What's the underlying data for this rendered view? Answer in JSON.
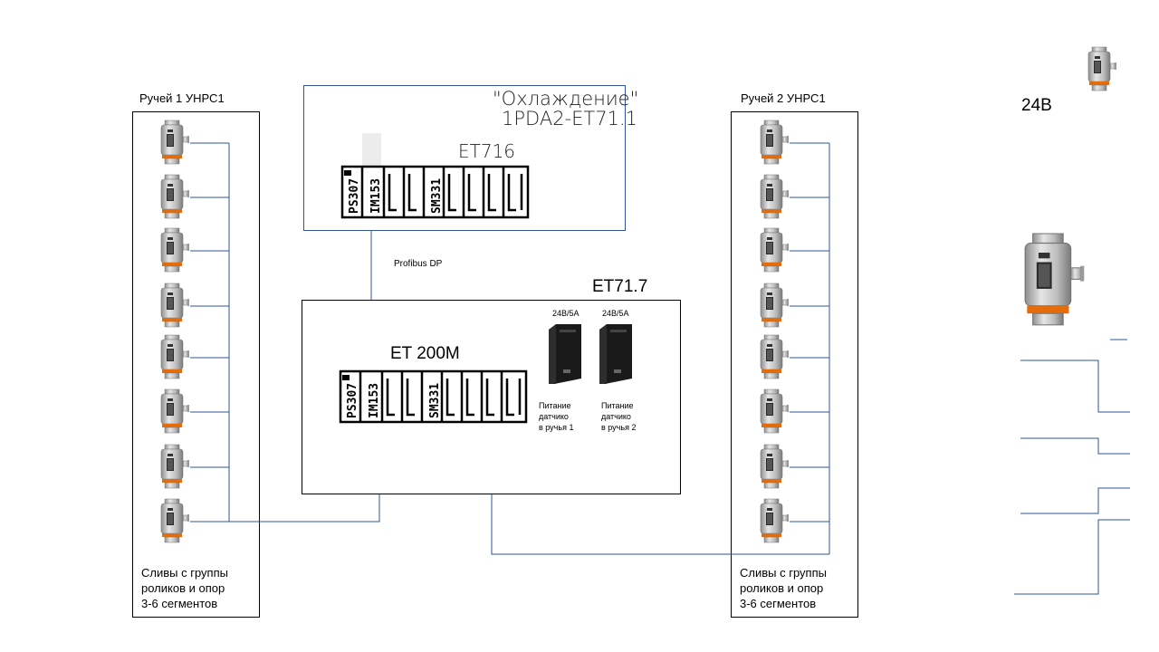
{
  "stream1": {
    "title": "Ручей 1 УНРС1",
    "note_line1": "Сливы с группы",
    "note_line2": "роликов и опор",
    "note_line3": "3-6 сегментов",
    "sensor_count": 8
  },
  "stream2": {
    "title": "Ручей 2 УНРС1",
    "note_line1": "Сливы с группы",
    "note_line2": "роликов и опор",
    "note_line3": "3-6 сегментов",
    "sensor_count": 8
  },
  "top_panel": {
    "title_line1": "\"Охлаждение\"",
    "title_line2": "1PDA2-ET71.1",
    "station_label": "ET716",
    "rack_modules": [
      "PS307",
      "IM153",
      "SM331"
    ]
  },
  "bus_label": "Profibus DP",
  "bottom_panel": {
    "station_label": "ET71.7",
    "title": "ET 200M",
    "rack_modules": [
      "PS307",
      "IM153",
      "SM331"
    ],
    "psu1": {
      "rating": "24В/5А",
      "caption1": "Питание",
      "caption2": "датчико",
      "caption3": "в ручья 1"
    },
    "psu2": {
      "rating": "24В/5А",
      "caption1": "Питание",
      "caption2": "датчико",
      "caption3": "в ручья 2"
    }
  },
  "right_legend": {
    "voltage_label": "24В"
  },
  "colors": {
    "wire": "#2f5597",
    "border": "#000000",
    "sensor_body": "#c8c8c8",
    "sensor_ring": "#e46c0a"
  }
}
